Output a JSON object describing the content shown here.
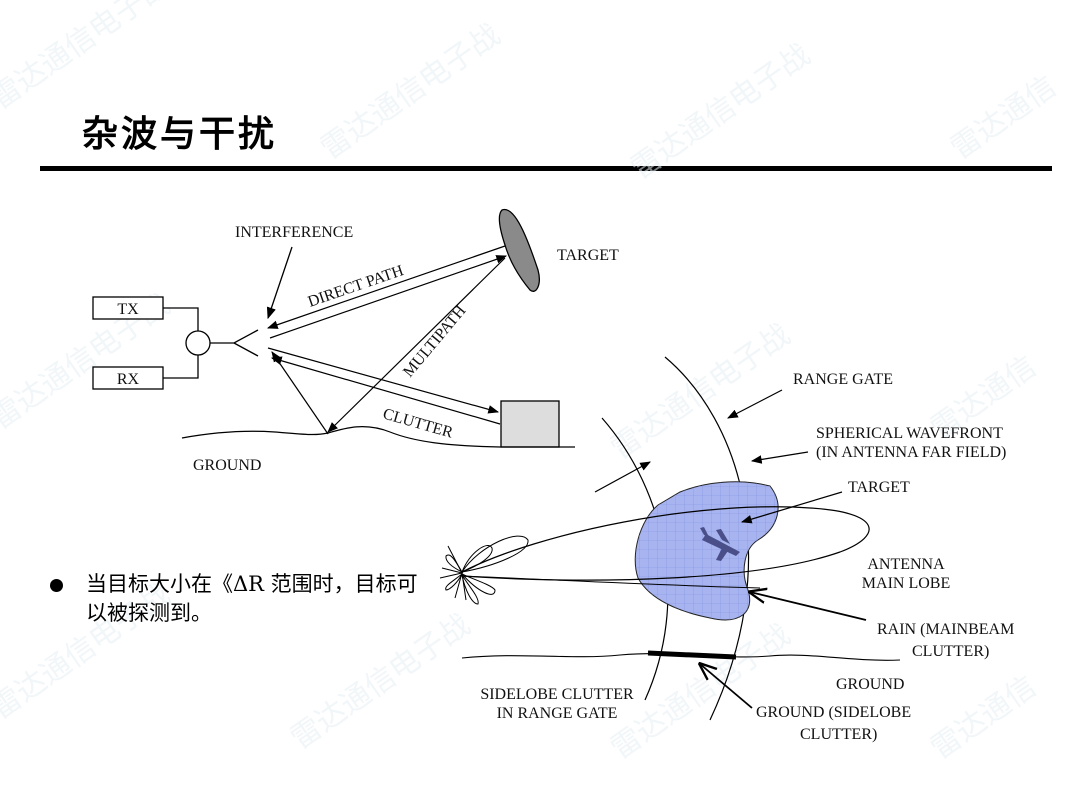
{
  "slide": {
    "title": "杂波与干扰",
    "bullet": "当目标大小在《ΔR 范围时，目标可以被探测到。"
  },
  "diagram1": {
    "labels": {
      "interference": "INTERFERENCE",
      "tx": "TX",
      "rx": "RX",
      "direct_path": "DIRECT PATH",
      "multipath": "MULTIPATH",
      "target": "TARGET",
      "clutter": "CLUTTER",
      "ground": "GROUND"
    }
  },
  "diagram2": {
    "labels": {
      "range_gate": "RANGE GATE",
      "spherical_wavefront_1": "SPHERICAL WAVEFRONT",
      "spherical_wavefront_2": "(IN ANTENNA FAR FIELD)",
      "target": "TARGET",
      "antenna_main_lobe_1": "ANTENNA",
      "antenna_main_lobe_2": "MAIN LOBE",
      "rain_1": "RAIN (MAINBEAM",
      "rain_2": "CLUTTER)",
      "ground": "GROUND",
      "ground_sidelobe_1": "GROUND (SIDELOBE",
      "ground_sidelobe_2": "CLUTTER)",
      "sidelobe_clutter_1": "SIDELOBE CLUTTER",
      "sidelobe_clutter_2": "IN RANGE GATE"
    }
  },
  "colors": {
    "rain_fill": "#a8b4f0",
    "rain_grid": "#7f8fe0",
    "target_fill": "#888888",
    "clutter_fill": "#dddddd"
  }
}
